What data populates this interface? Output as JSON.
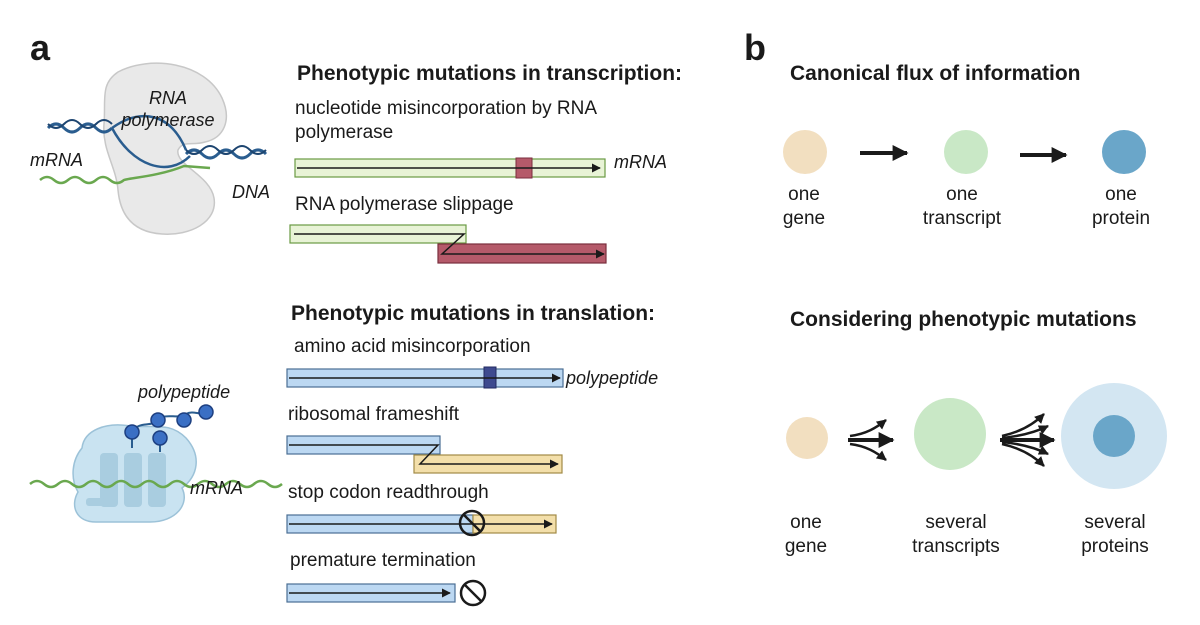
{
  "colors": {
    "mrna_bar": "#e8f3d6",
    "mrna_bar_stroke": "#6a9a44",
    "error_red": "#b55a6a",
    "error_red_stroke": "#7a2e3e",
    "poly_bar": "#bcd8f2",
    "poly_bar_stroke": "#4a6f94",
    "frame_bar": "#f3dfaa",
    "frame_bar_stroke": "#a28a45",
    "aa_error": "#3e4a8f",
    "gene": "#f2dfc0",
    "transcript": "#c9e8c6",
    "protein": "#6aa6c9",
    "protein_halo": "#d3e6f2",
    "dna": "#2a5d8f",
    "mrna_strand": "#6aa84f",
    "enzyme": "#e9e9e9",
    "ribosome": "#c9e3f1"
  },
  "panel_a": {
    "label": "a",
    "transcription": {
      "heading": "Phenotypic mutations in transcription:",
      "illus_labels": {
        "rna_polymerase_line1": "RNA",
        "rna_polymerase_line2": "polymerase",
        "mrna": "mRNA",
        "dna": "DNA"
      },
      "items": [
        {
          "title_line1": "nucleotide misincorporation by RNA",
          "title_line2": "polymerase",
          "bar_label": "mRNA"
        },
        {
          "title_line1": "RNA polymerase slippage"
        }
      ]
    },
    "translation": {
      "heading": "Phenotypic mutations in translation:",
      "illus_labels": {
        "polypeptide": "polypeptide",
        "mrna": "mRNA"
      },
      "items": [
        {
          "title": "amino acid misincorporation",
          "bar_label": "polypeptide"
        },
        {
          "title": "ribosomal frameshift"
        },
        {
          "title": "stop codon readthrough"
        },
        {
          "title": "premature termination"
        }
      ]
    }
  },
  "panel_b": {
    "label": "b",
    "canonical": {
      "heading": "Canonical flux of information",
      "nodes": [
        {
          "line1": "one",
          "line2": "gene"
        },
        {
          "line1": "one",
          "line2": "transcript"
        },
        {
          "line1": "one",
          "line2": "protein"
        }
      ]
    },
    "phenotypic": {
      "heading": "Considering phenotypic mutations",
      "nodes": [
        {
          "line1": "one",
          "line2": "gene"
        },
        {
          "line1": "several",
          "line2": "transcripts"
        },
        {
          "line1": "several",
          "line2": "proteins"
        }
      ]
    }
  }
}
